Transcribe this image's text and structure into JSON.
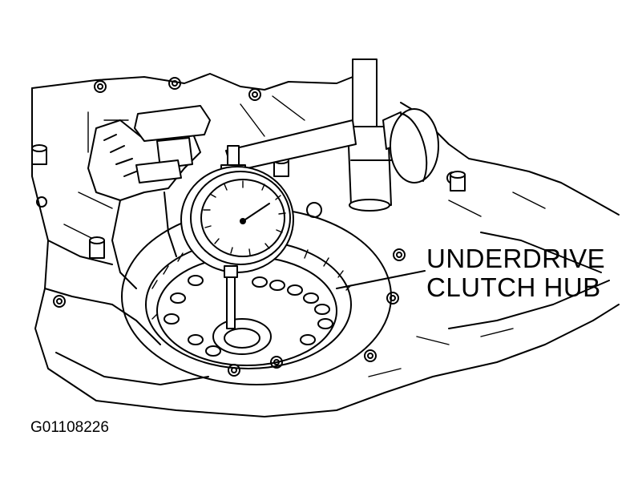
{
  "callout": {
    "line1": "UNDERDRIVE",
    "line2": "CLUTCH HUB"
  },
  "figure_id": "G01108226"
}
